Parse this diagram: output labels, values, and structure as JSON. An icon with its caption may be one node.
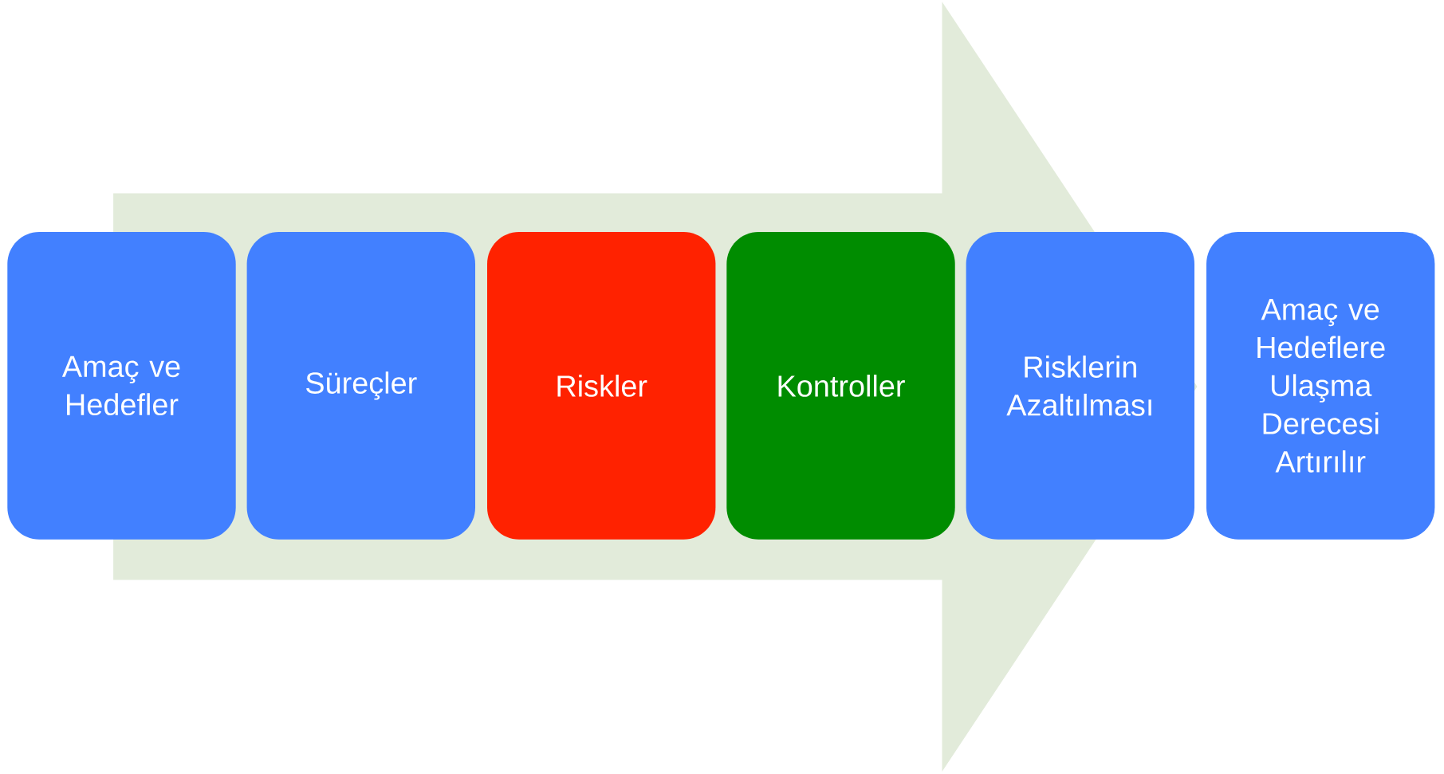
{
  "diagram": {
    "nodes": [
      {
        "text": [
          "Amaç ve Hedefler"
        ]
      },
      {
        "text": [
          "Süreçler"
        ]
      },
      {
        "text": [
          "Riskler"
        ]
      },
      {
        "text": [
          "Kontroller"
        ]
      },
      {
        "text": [
          "Risklerin Azaltılması"
        ]
      },
      {
        "text": [
          "Amaç ve Hedeflere Ulaşma Derecesi Artırılır"
        ]
      }
    ],
    "edges": [
      {
        "from": 0,
        "to": 5,
        "arrow": "to"
      }
    ]
  }
}
